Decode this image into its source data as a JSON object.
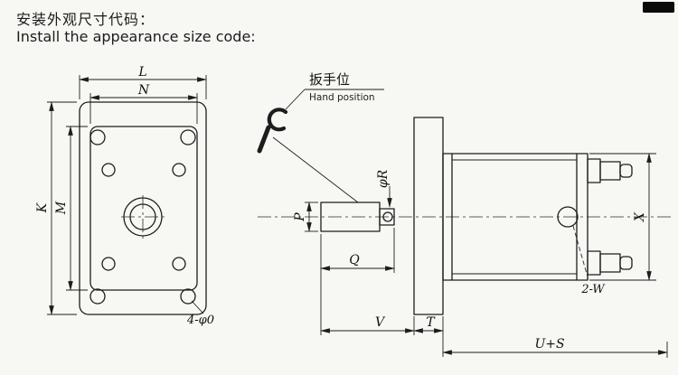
{
  "title": {
    "zh": "安装外观尺寸代码：",
    "en": "Install the appearance size code:"
  },
  "front": {
    "L": "L",
    "N": "N",
    "K": "K",
    "M": "M",
    "holes": "4-φ0"
  },
  "side": {
    "wrench_zh": "扳手位",
    "wrench_en": "Hand position",
    "P": "P",
    "Q": "Q",
    "V": "V",
    "T": "T",
    "us": "U+S",
    "x": "X",
    "phi_r": "φR",
    "ports": "2-W"
  },
  "colors": {
    "line": "#1d1d1d",
    "background": "#f7f7f3",
    "bar": "#0a0a0a"
  }
}
